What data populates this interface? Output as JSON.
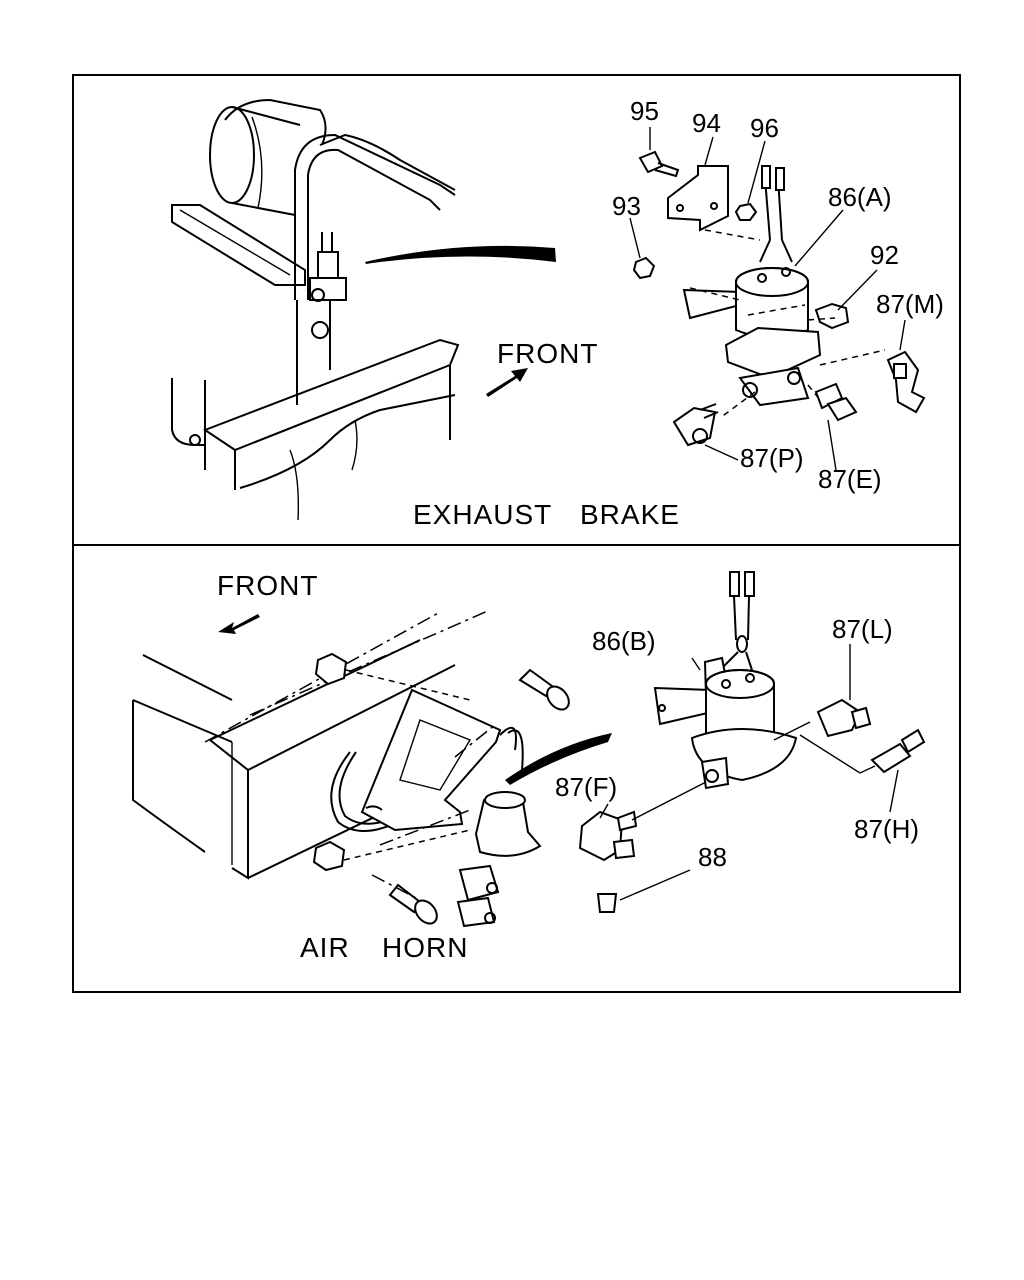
{
  "panels": {
    "top": {
      "caption_left": "EXHAUST",
      "caption_right": "BRAKE",
      "front_label": "FRONT",
      "parts": [
        "95",
        "94",
        "96",
        "93",
        "86(A)",
        "92",
        "87(M)",
        "87(P)",
        "87(E)"
      ]
    },
    "bottom": {
      "caption_left": "AIR",
      "caption_right": "HORN",
      "front_label": "FRONT",
      "parts": [
        "86(B)",
        "87(L)",
        "87(F)",
        "87(H)",
        "88"
      ]
    }
  },
  "icons": [
    "front-direction-arrow",
    "solenoid-valve",
    "mounting-bracket",
    "bolt",
    "nut",
    "hose-fitting",
    "elbow-fitting",
    "plug"
  ]
}
